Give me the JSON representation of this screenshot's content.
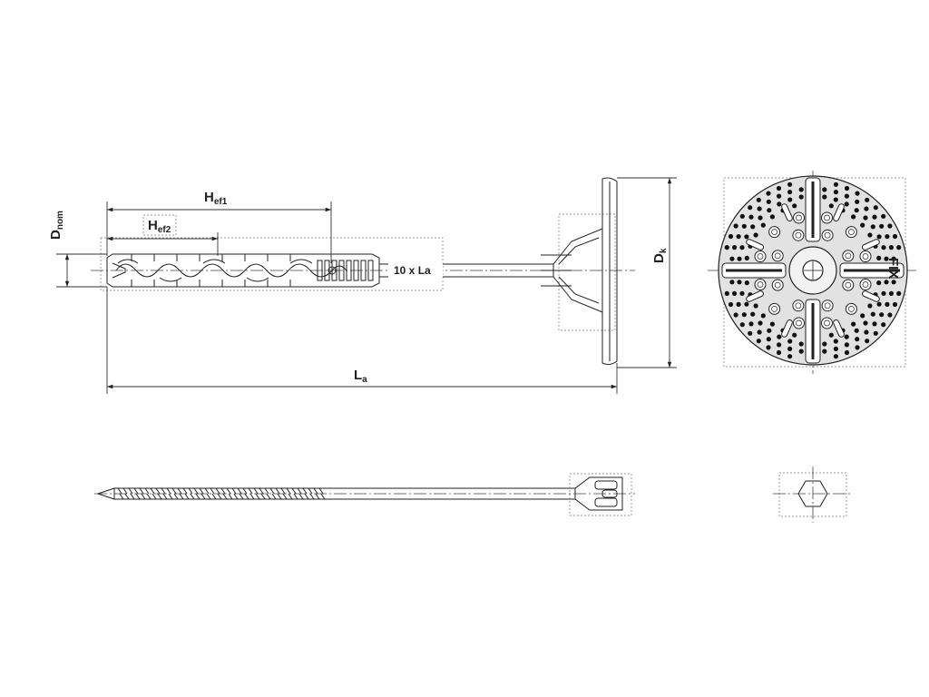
{
  "labels": {
    "hef1": "H",
    "hef1_sub": "ef1",
    "hef2": "H",
    "hef2_sub": "ef2",
    "dnom": "D",
    "dnom_sub": "nom",
    "la": "L",
    "la_sub": "a",
    "dk": "D",
    "dk_sub": "k",
    "ten_la": "10 x La",
    "fix": "FIX"
  },
  "colors": {
    "ink": "#222222",
    "fill": "#d9d9d9",
    "hole": "#111111"
  }
}
